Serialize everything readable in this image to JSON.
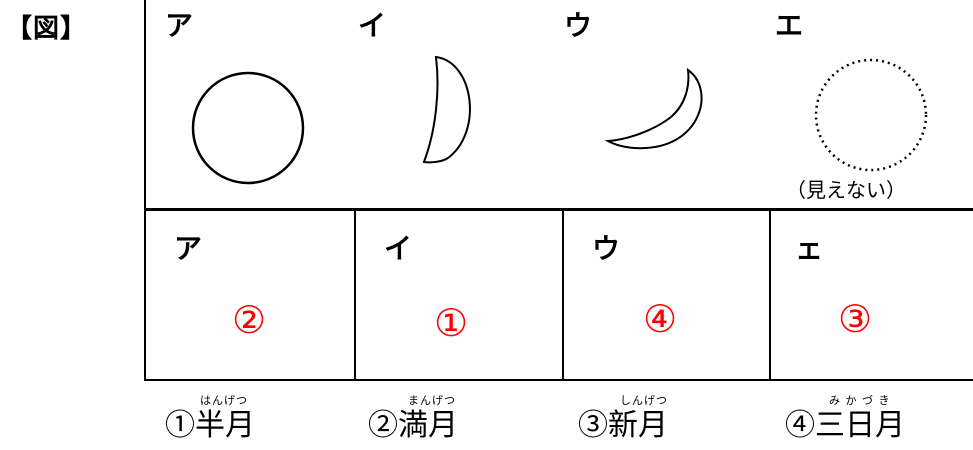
{
  "figure_label": "【図】",
  "top_panel": {
    "labels": [
      "ア",
      "イ",
      "ウ",
      "エ"
    ],
    "hidden_note": "（見えない）"
  },
  "answer_row": {
    "cells": [
      {
        "label": "ア",
        "answer": "②"
      },
      {
        "label": "イ",
        "answer": "①"
      },
      {
        "label": "ウ",
        "answer": "④"
      },
      {
        "label": "ェ",
        "answer": "③"
      }
    ]
  },
  "choices": [
    {
      "ruby": "はんげつ",
      "text": "①半月"
    },
    {
      "ruby": "まんげつ",
      "text": "②満月"
    },
    {
      "ruby": "しんげつ",
      "text": "③新月"
    },
    {
      "ruby": "み か づ き",
      "text": "④三日月"
    }
  ],
  "colors": {
    "answer": "#ff0000",
    "line": "#000000"
  }
}
